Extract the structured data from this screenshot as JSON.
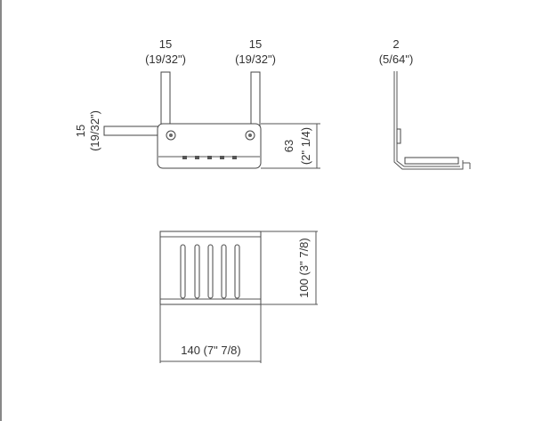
{
  "front_view": {
    "left_bar": {
      "mm": "15",
      "inch": "(19/32\")"
    },
    "right_bar": {
      "mm": "15",
      "inch": "(19/32\")"
    },
    "side_bar": {
      "mm": "15",
      "inch": "(19/32\")"
    },
    "height": {
      "mm": "63",
      "inch": "(2\" 1/4)"
    }
  },
  "side_view": {
    "thickness": {
      "mm": "2",
      "inch": "(5/64\")"
    }
  },
  "top_view": {
    "depth": {
      "label": "100 (3\" 7/8)"
    },
    "width": {
      "label": "140 (7\" 7/8)"
    }
  }
}
